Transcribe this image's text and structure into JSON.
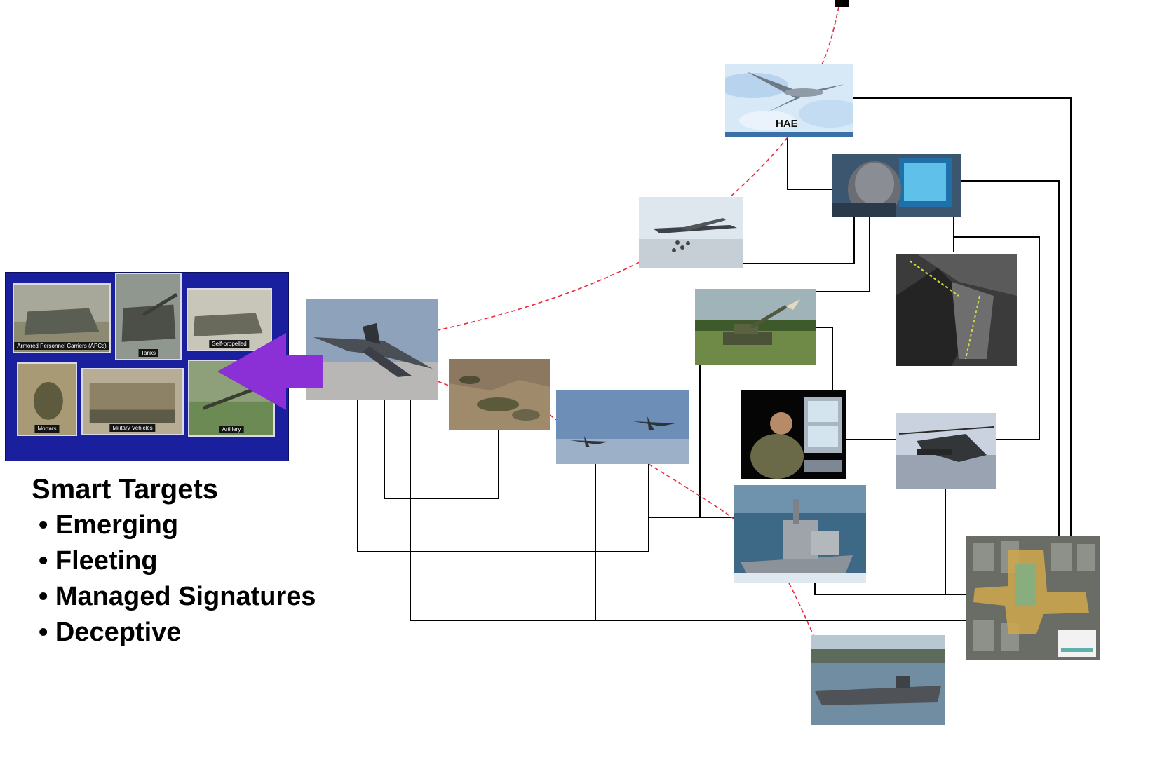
{
  "diagram": {
    "targets_panel": {
      "heading": "Smart Targets",
      "items": [
        "• Emerging",
        "• Fleeting",
        "• Managed Signatures",
        "• Deceptive"
      ],
      "tile_captions": [
        "Armored Personnel Carriers (APCs)",
        "Tanks",
        "Self-propelled",
        "Mortars",
        "Military Vehicles",
        "Artillery"
      ]
    },
    "platforms": [
      {
        "id": "hae",
        "label": "HAE",
        "icon": "uav-photo-icon"
      },
      {
        "id": "operator",
        "icon": "operator-at-console-photo-icon"
      },
      {
        "id": "bomber",
        "icon": "b52-bomber-photo-icon"
      },
      {
        "id": "sat-image",
        "icon": "satellite-imagery-photo-icon"
      },
      {
        "id": "sam",
        "icon": "sam-launcher-photo-icon"
      },
      {
        "id": "fighter",
        "icon": "fighter-jet-photo-icon"
      },
      {
        "id": "troops",
        "icon": "ground-troops-photo-icon"
      },
      {
        "id": "f16-pair",
        "icon": "f16-pair-photo-icon"
      },
      {
        "id": "soldier-console",
        "icon": "soldier-console-photo-icon"
      },
      {
        "id": "apache",
        "icon": "attack-helicopter-photo-icon"
      },
      {
        "id": "cruiser",
        "icon": "cruiser-ship-photo-icon"
      },
      {
        "id": "map",
        "icon": "target-map-photo-icon"
      },
      {
        "id": "carrier",
        "icon": "aircraft-carrier-photo-icon"
      }
    ],
    "colors": {
      "network_link": "#000000",
      "dashed_link": "#e8283a",
      "arrow": "#8b2fd6",
      "targets_background": "#1a1f9e"
    }
  }
}
